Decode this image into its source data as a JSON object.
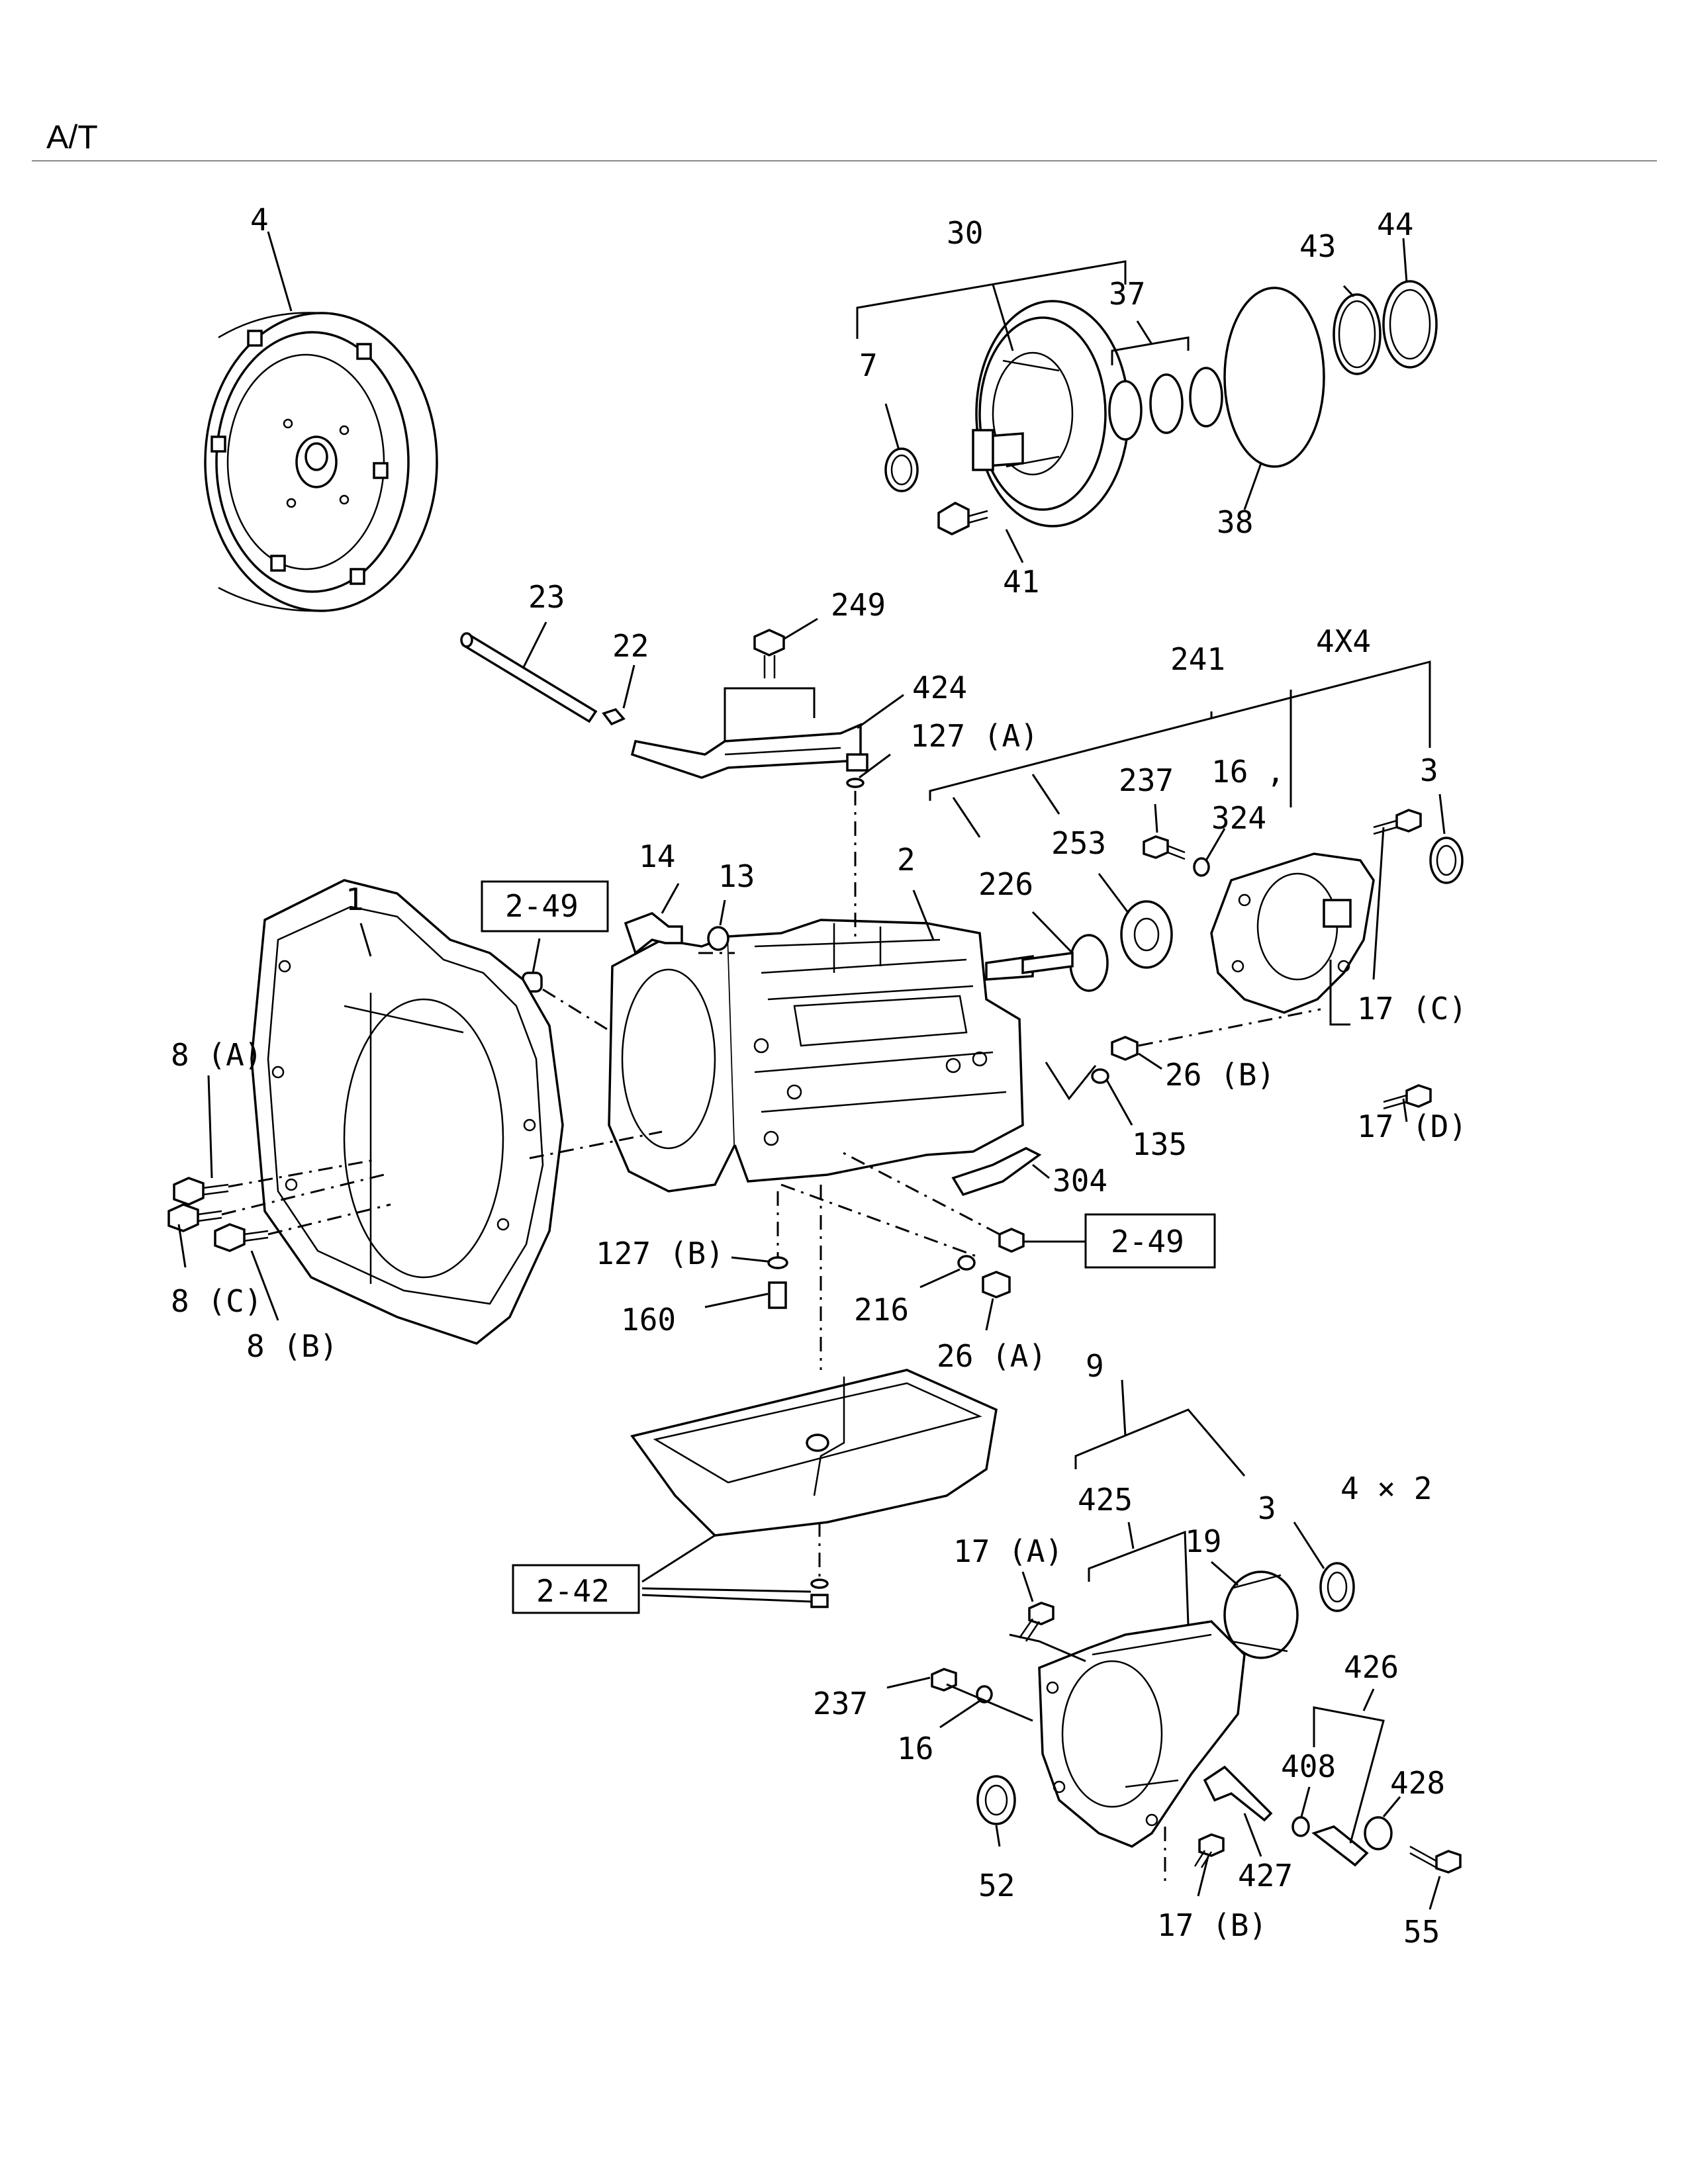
{
  "page": {
    "title": "A/T"
  },
  "callouts": {
    "c4": "4",
    "c30": "30",
    "c37": "37",
    "c43": "43",
    "c44": "44",
    "c7": "7",
    "c38": "38",
    "c41": "41",
    "c23": "23",
    "c22": "22",
    "c249": "249",
    "c424": "424",
    "c127a": "127 (A)",
    "c241": "241",
    "c4x4": "4X4",
    "c237a": "237",
    "c16a": "16 ,",
    "c324": "324",
    "c3a": "3",
    "c14": "14",
    "c13": "13",
    "c2": "2",
    "c226": "226",
    "c253": "253",
    "c1": "1",
    "c249box1": "2-49",
    "c17c": "17 (C)",
    "c8a": "8 (A)",
    "c26b": "26 (B)",
    "c135": "135",
    "c17d": "17 (D)",
    "c304": "304",
    "c249box2": "2-49",
    "c8c": "8 (C)",
    "c8b": "8 (B)",
    "c127b": "127 (B)",
    "c160": "160",
    "c216": "216",
    "c26a": "26 (A)",
    "c9": "9",
    "c3b": "3",
    "c4x2": "4 × 2",
    "c425": "425",
    "c17a": "17 (A)",
    "c19": "19",
    "c242box": "2-42",
    "c426": "426",
    "c237b": "237",
    "c16b": "16",
    "c408": "408",
    "c428": "428",
    "c52": "52",
    "c427": "427",
    "c17b": "17 (B)",
    "c55": "55"
  }
}
